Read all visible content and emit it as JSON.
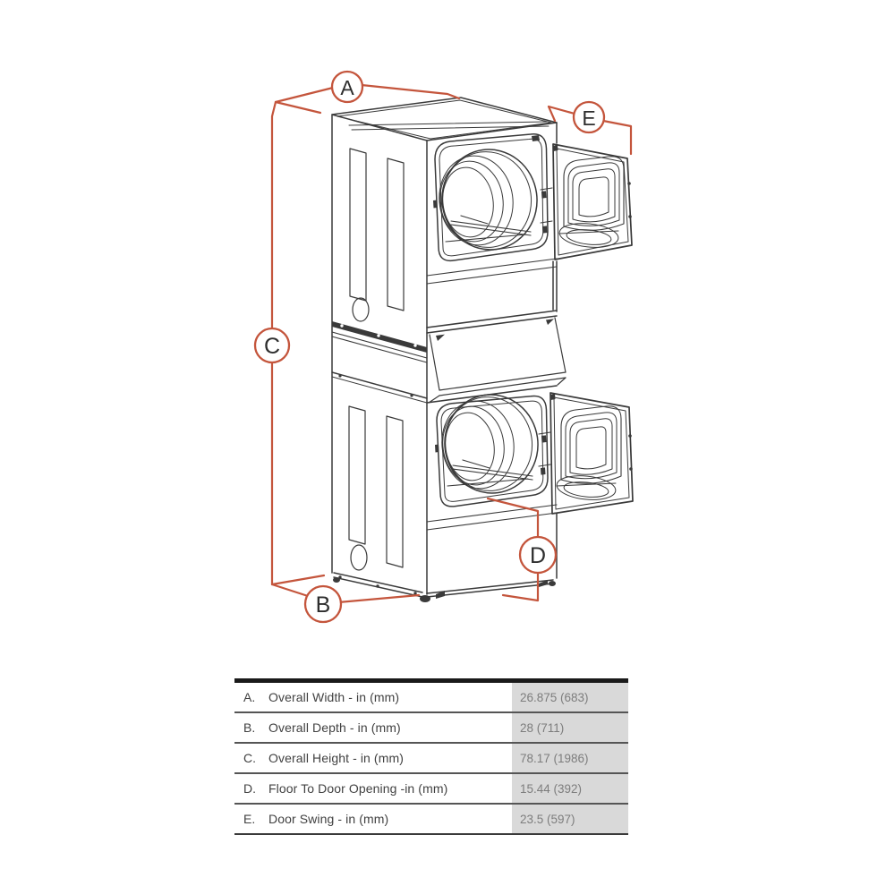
{
  "page": {
    "background": "#ffffff"
  },
  "diagram": {
    "type": "isometric-technical-drawing",
    "subject": "stacked laundry dryer pair with both doors open",
    "accent_color": "#c4553c",
    "line_color": "#3a3a3a",
    "labels": [
      {
        "letter": "A"
      },
      {
        "letter": "B"
      },
      {
        "letter": "C"
      },
      {
        "letter": "D"
      },
      {
        "letter": "E"
      }
    ]
  },
  "table": {
    "value_column_bg": "#d9d9d9",
    "rows": [
      {
        "key": "A.",
        "label": "Overall Width - in (mm)",
        "value": "26.875 (683)"
      },
      {
        "key": "B.",
        "label": "Overall Depth -  in (mm)",
        "value": "28 (711)"
      },
      {
        "key": "C.",
        "label": "Overall Height - in (mm)",
        "value": "78.17 (1986)"
      },
      {
        "key": "D.",
        "label": "Floor To Door Opening -in (mm)",
        "value": "15.44 (392)"
      },
      {
        "key": "E.",
        "label": "Door Swing - in (mm)",
        "value": "23.5 (597)"
      }
    ]
  }
}
